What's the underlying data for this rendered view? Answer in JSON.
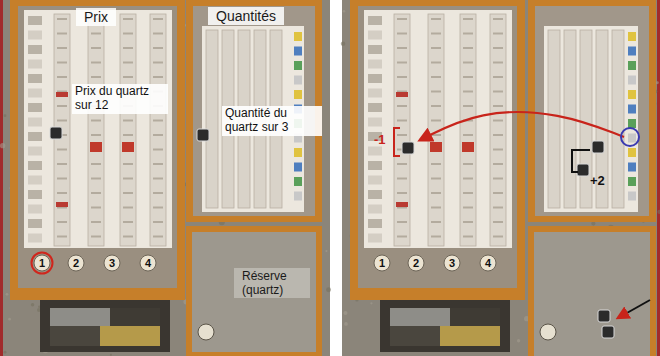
{
  "diagram": {
    "nodes": [
      {
        "text": [
          "Prix"
        ]
      },
      {
        "text": [
          "Quantités"
        ]
      },
      {
        "text": [
          "Réserve (quartz)"
        ]
      }
    ],
    "labels": [
      "Prix du quartz sur 12",
      "Quantité du quartz sur 3",
      "1",
      "2",
      "3",
      "4",
      "1",
      "2",
      "3",
      "4",
      "-1",
      "+2"
    ]
  }
}
